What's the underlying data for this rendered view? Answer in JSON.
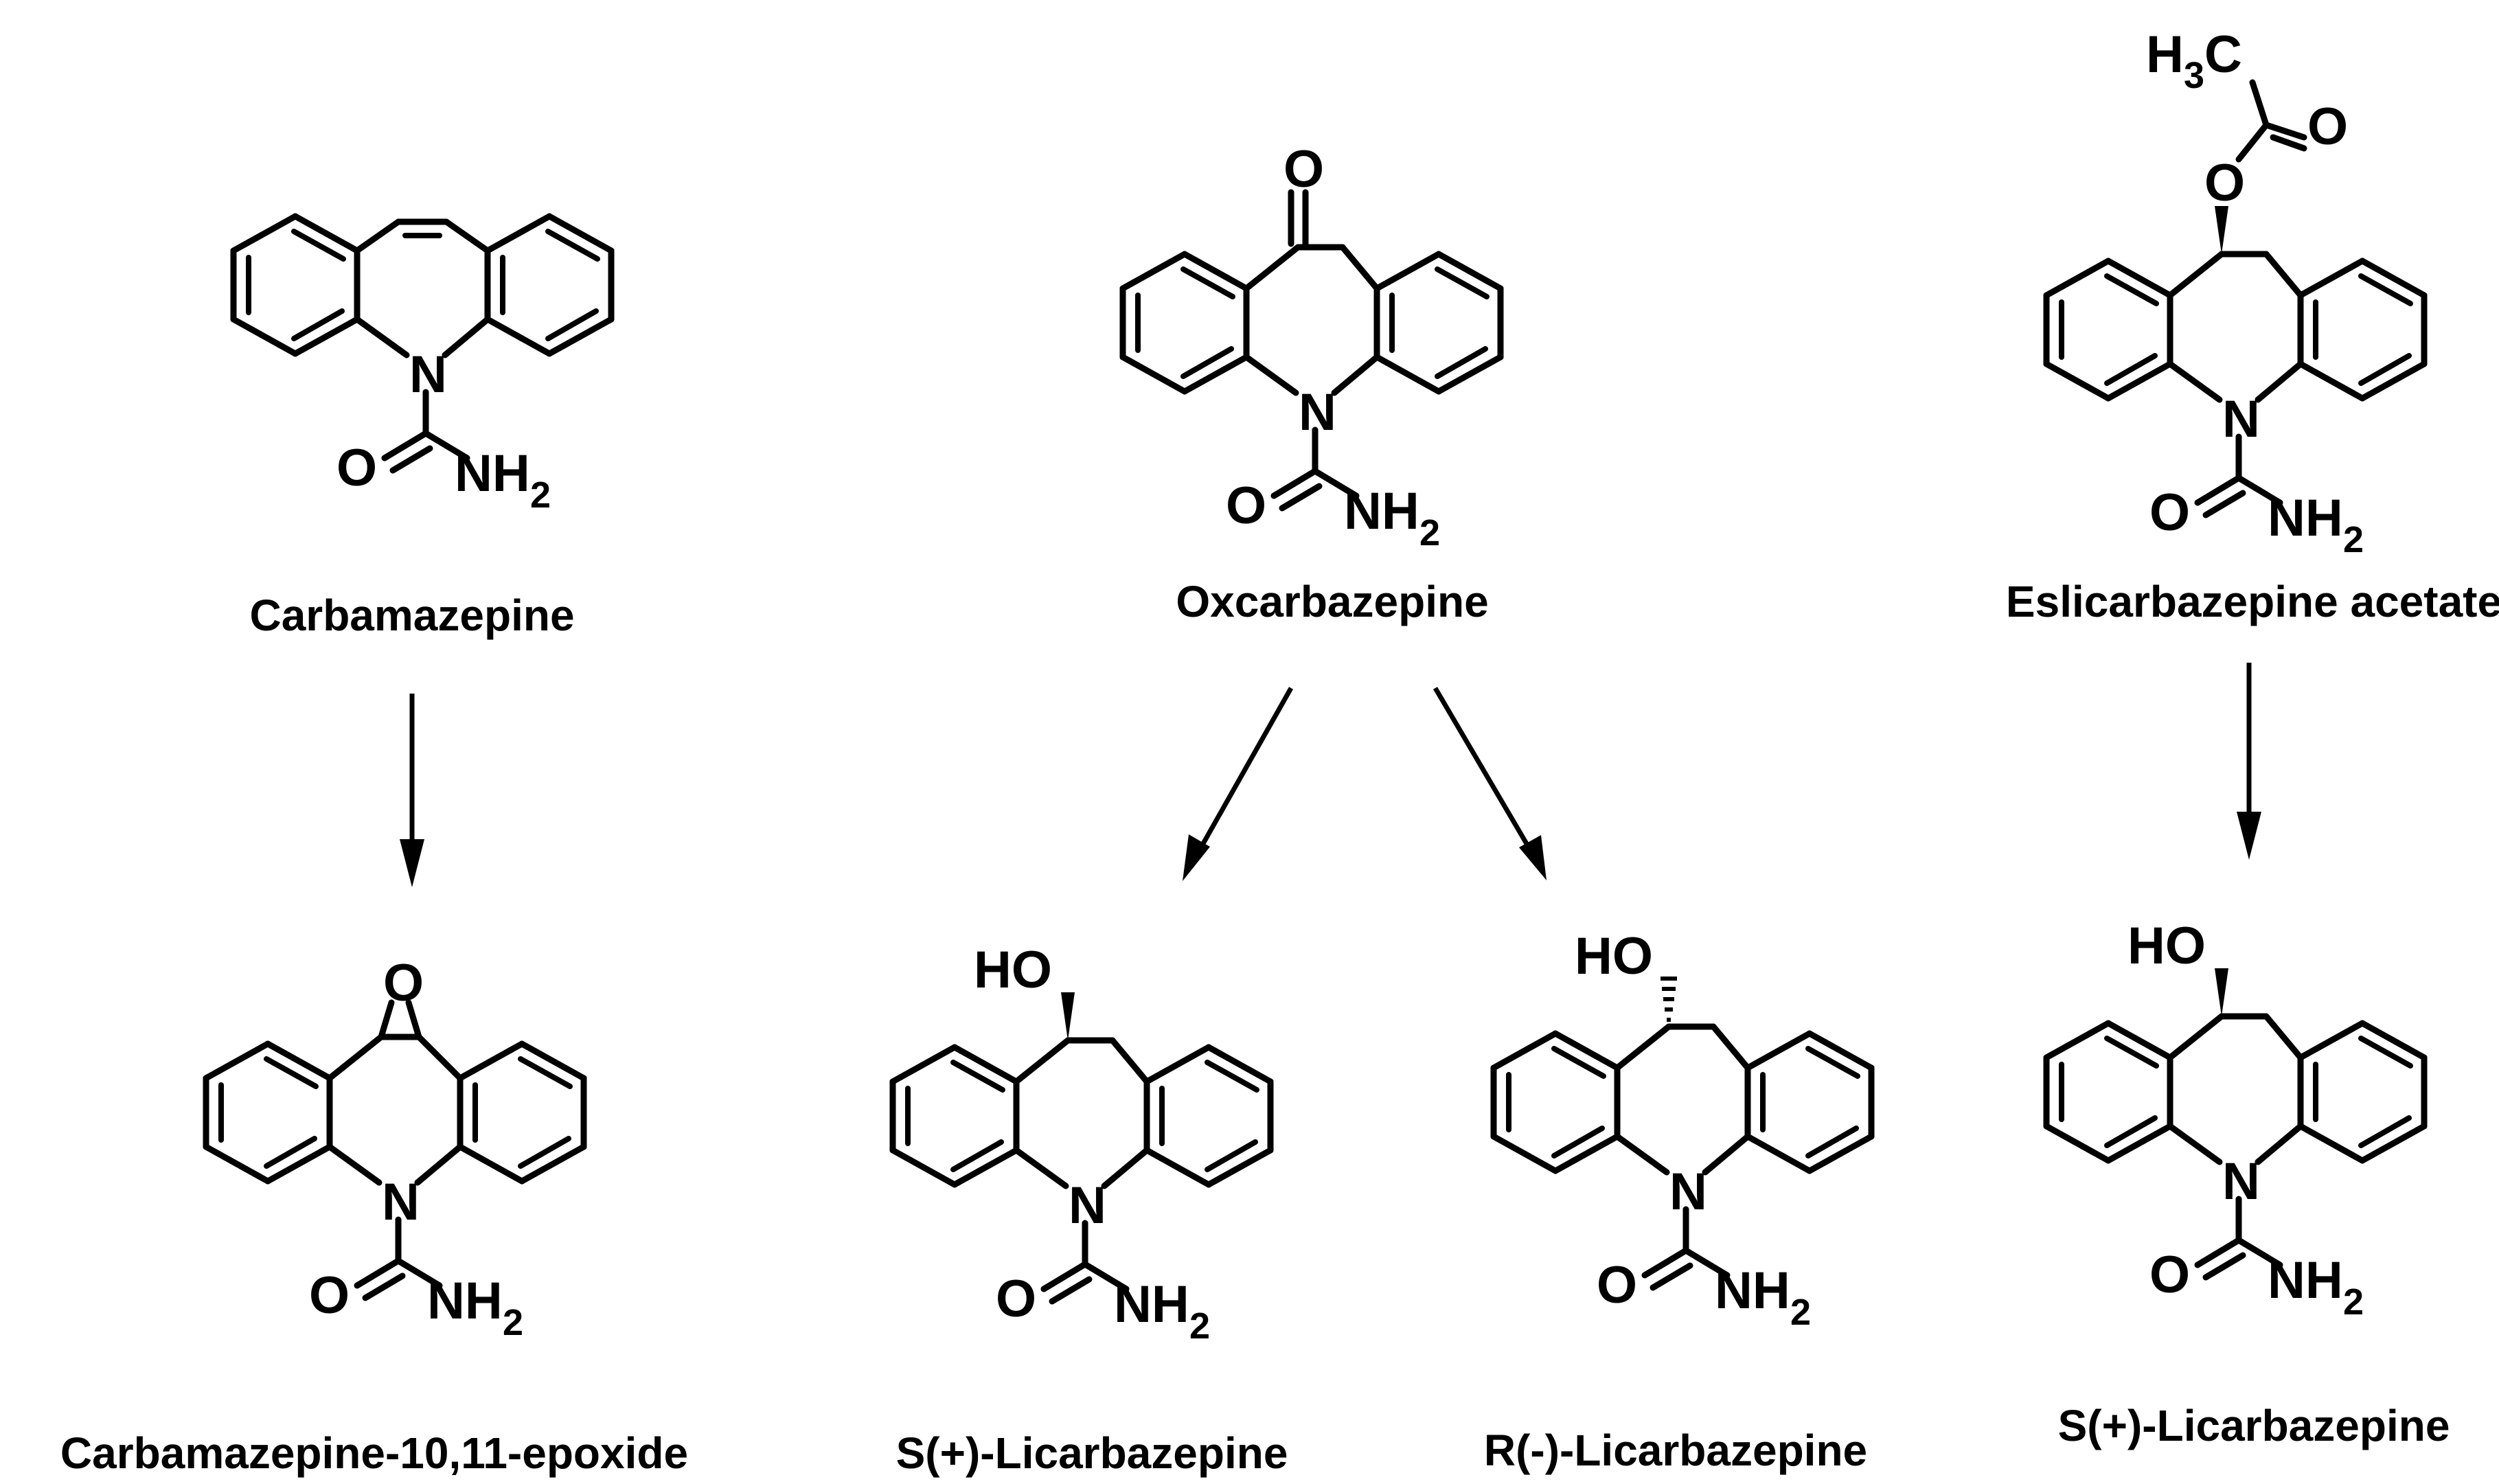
{
  "compounds": {
    "carbamazepine": "Carbamazepine",
    "oxcarbazepine": "Oxcarbazepine",
    "eslicarbazepine_acetate": "Eslicarbazepine acetate",
    "epoxide": "Carbamazepine-10,11-epoxide",
    "s_licarbazepine_1": "S(+)-Licarbazepine",
    "r_licarbazepine": "R(-)-Licarbazepine",
    "s_licarbazepine_2": "S(+)-Licarbazepine"
  },
  "atoms": {
    "N": "N",
    "O": "O",
    "NH": "NH",
    "sub2": "2",
    "HO": "HO",
    "H": "H",
    "sub3": "3",
    "C": "C"
  }
}
